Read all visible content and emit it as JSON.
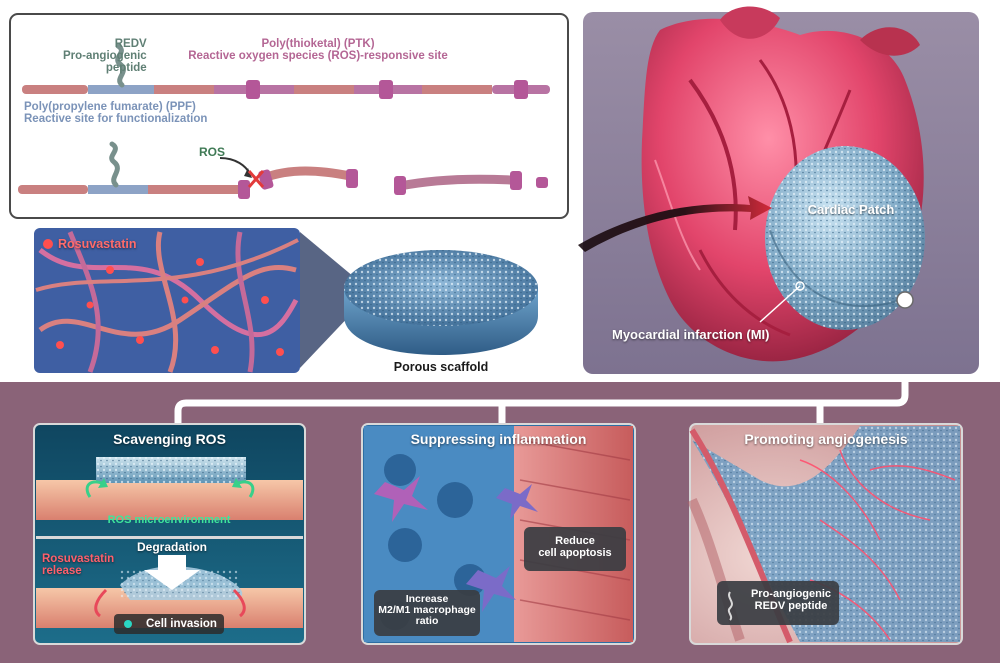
{
  "polymer": {
    "redv_line1": "REDV",
    "redv_line2": "Pro-angiogenic",
    "redv_line3": "peptide",
    "ptk_line1": "Poly(thioketal) (PTK)",
    "ptk_line2": "Reactive oxygen species (ROS)-responsive site",
    "ppf_line1": "Poly(propylene fumarate) (PPF)",
    "ppf_line2": "Reactive site for functionalization",
    "ros": "ROS"
  },
  "scaffold": {
    "rosuvastatin": "Rosuvastatin",
    "porous_scaffold": "Porous scaffold"
  },
  "heart": {
    "cardiac_patch": "Cardiac Patch",
    "mi": "Myocardial infarction (MI)"
  },
  "panels": {
    "scavenging": {
      "title": "Scavenging ROS",
      "ros_env": "ROS microenvironment",
      "degradation": "Degradation",
      "release_line1": "Rosuvastatin",
      "release_line2": "release",
      "invasion": "Cell invasion"
    },
    "inflammation": {
      "title": "Suppressing inflammation",
      "reduce_line1": "Reduce",
      "reduce_line2": "cell apoptosis",
      "increase_line1": "Increase",
      "increase_line2": "M2/M1 macrophage",
      "increase_line3": "ratio"
    },
    "angiogenesis": {
      "title": "Promoting angiogenesis",
      "peptide_line1": "Pro-angiogenic",
      "peptide_line2": "REDV peptide"
    }
  },
  "colors": {
    "bottom_band": "#8a6378",
    "heart_bg": "#8c7f98",
    "ppf_blue": "#7b93b8",
    "ptk_pink": "#b46694",
    "ros_green": "#3f7a55",
    "red_text": "#e4414b"
  }
}
